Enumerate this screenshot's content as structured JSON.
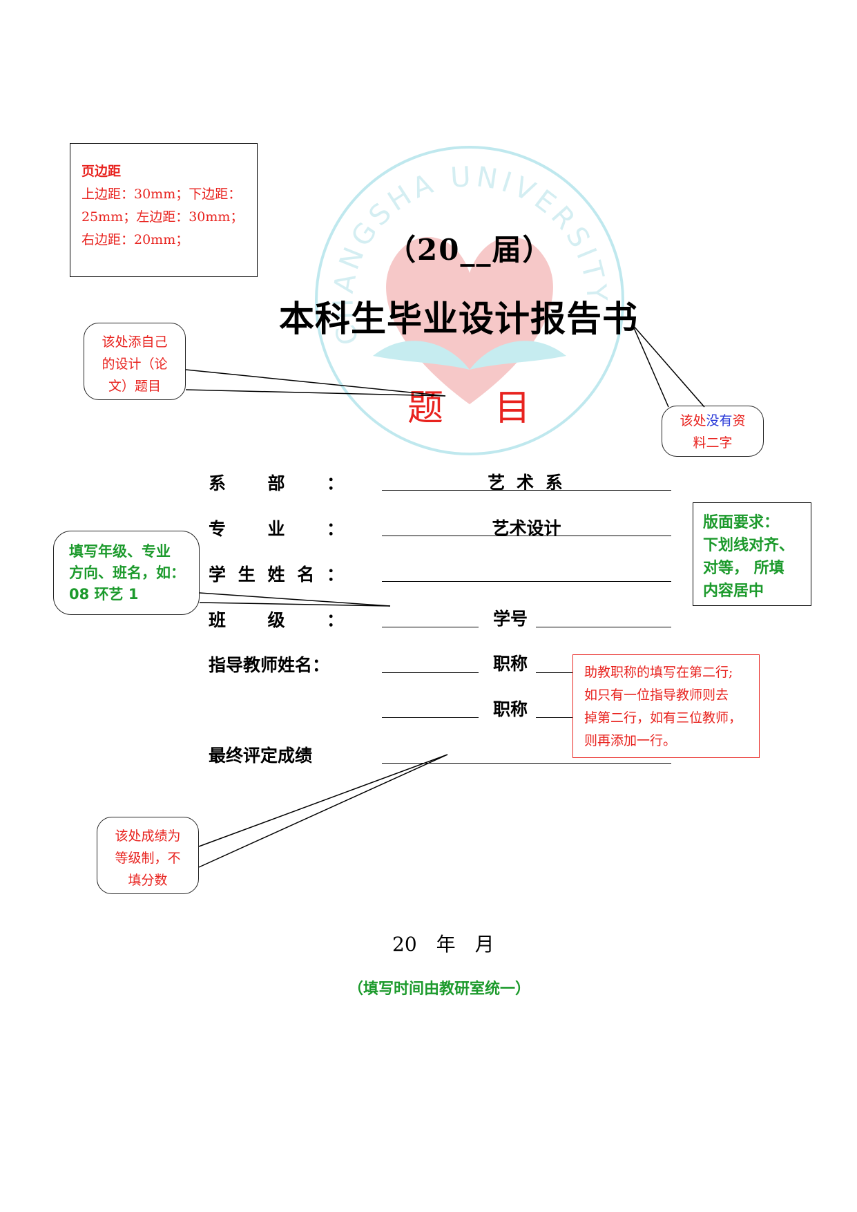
{
  "watermark": {
    "text": "CHANGSHA UNIVERSITY",
    "colors": {
      "ring": "#bfe8ee",
      "heart": "#f6c8c8",
      "leaves": "#c6ecf0"
    }
  },
  "margin_note": {
    "title": "页边距",
    "lines": [
      "上边距：30mm；下边距：",
      "25mm；左边距：30mm；",
      "右边距：20mm；"
    ]
  },
  "header": {
    "year_prefix": "（20",
    "year_blank": "__",
    "year_suffix": "届）",
    "title": "本科生毕业设计报告书",
    "topic_label": "题目"
  },
  "callouts": {
    "title_note": [
      "该处添自己",
      "的设计（论",
      "文）题目"
    ],
    "no_data_note": {
      "part1": "该处",
      "part2": "没有",
      "part3": "资",
      "line2": "料二字"
    },
    "class_note": [
      "填写年级、专业",
      "方向、班名，如：",
      "08 环艺 1"
    ],
    "grade_note": [
      "该处成绩为",
      "等级制，不",
      "填分数"
    ]
  },
  "form": {
    "department_label": "系部：",
    "department_value": "艺 术 系",
    "major_label": "专业：",
    "major_value": "艺术设计",
    "student_name_label": "学生姓名：",
    "class_label": "班级：",
    "student_id_label": "学号",
    "advisor_label": "指导教师姓名：",
    "title_label_1": "职称",
    "title_label_2": "职称",
    "final_grade_label": "最终评定成绩"
  },
  "layout_requirement": [
    "版面要求：",
    "下划线对齐、",
    "对等， 所填",
    "内容居中"
  ],
  "assistant_note": [
    "助教职称的填写在第二行;",
    "如只有一位指导教师则去",
    "掉第二行，如有三位教师，",
    "则再添加一行。"
  ],
  "footer": {
    "date": "20　年　月",
    "date_note": "（填写时间由教研室统一）"
  },
  "colors": {
    "annotation_red": "#e8231f",
    "annotation_green": "#1c9a2c",
    "annotation_blue": "#2a3ad8"
  }
}
